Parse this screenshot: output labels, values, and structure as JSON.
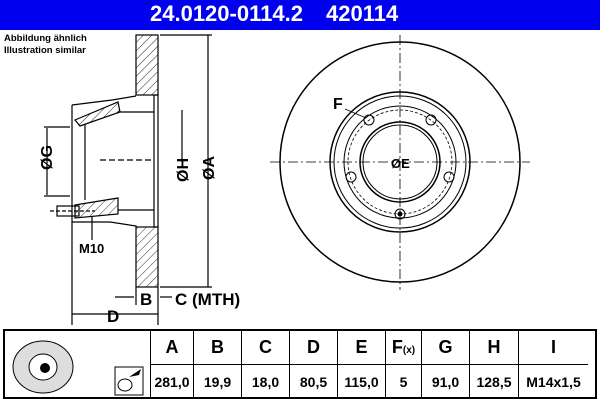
{
  "header": {
    "part_number": "24.0120-0114.2",
    "alt_number": "420114",
    "background": "#0000ee"
  },
  "note": {
    "line1": "Abbildung ähnlich",
    "line2": "Illustration similar"
  },
  "drawing": {
    "side_labels": {
      "G": "ØG",
      "H": "ØH",
      "A": "ØA",
      "M10": "M10",
      "B": "B",
      "C": "C (MTH)",
      "D": "D"
    },
    "front_labels": {
      "F": "F",
      "E": "ØE"
    }
  },
  "spec_table": {
    "columns": [
      {
        "key": "A",
        "label": "A",
        "value": "281,0"
      },
      {
        "key": "B",
        "label": "B",
        "value": "19,9"
      },
      {
        "key": "C",
        "label": "C",
        "value": "18,0"
      },
      {
        "key": "D",
        "label": "D",
        "value": "80,5"
      },
      {
        "key": "E",
        "label": "E",
        "value": "115,0"
      },
      {
        "key": "F",
        "label": "F",
        "label_sub": "(x)",
        "value": "5"
      },
      {
        "key": "G",
        "label": "G",
        "value": "91,0"
      },
      {
        "key": "H",
        "label": "H",
        "value": "128,5"
      },
      {
        "key": "I",
        "label": "I",
        "value": "M14x1,5"
      }
    ]
  }
}
